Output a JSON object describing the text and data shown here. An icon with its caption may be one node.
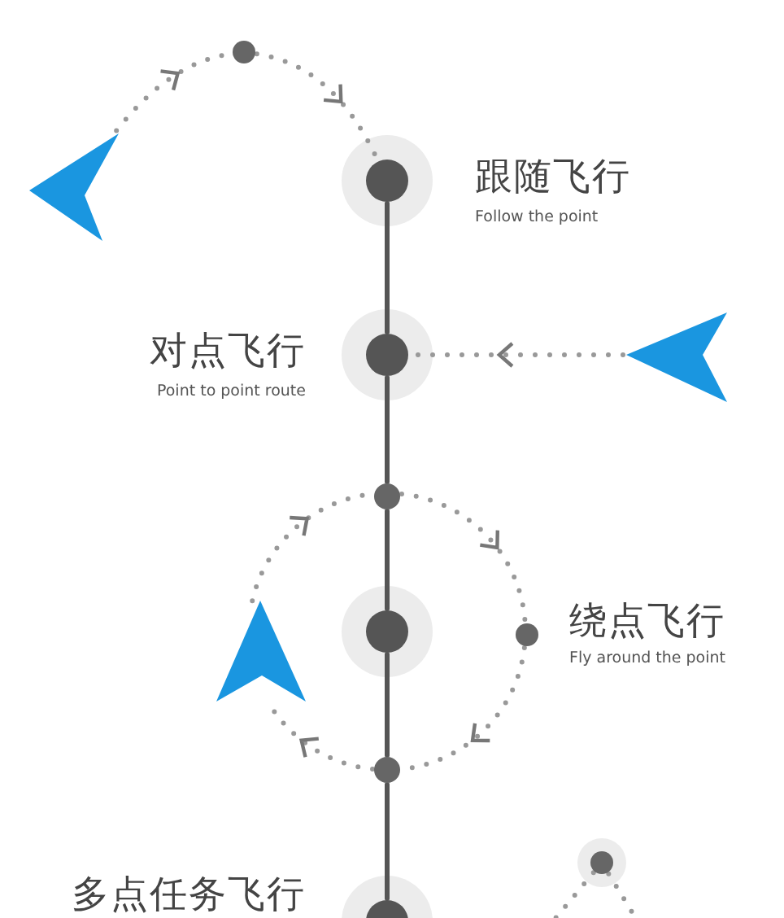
{
  "diagram": {
    "nodes": [
      {
        "text": [],
        "shape": "arrow"
      },
      {
        "text": [],
        "shape": "circle"
      },
      {
        "text": [],
        "shape": "circle",
        "beside": [
          "跟随飞行",
          "Follow the point"
        ]
      },
      {
        "text": [],
        "shape": "circle",
        "beside": [
          "对点飞行",
          "Point to point route"
        ]
      },
      {
        "text": [],
        "shape": "arrow"
      },
      {
        "text": [],
        "shape": "circle"
      },
      {
        "text": [],
        "shape": "circle",
        "beside": [
          "绕点飞行",
          "Fly around the point"
        ]
      },
      {
        "text": [],
        "shape": "circle"
      },
      {
        "text": [],
        "shape": "arrow"
      },
      {
        "text": [],
        "shape": "circle"
      },
      {
        "text": [],
        "shape": "circle",
        "beside": [
          "多点任务飞行"
        ]
      },
      {
        "text": [],
        "shape": "circle"
      }
    ],
    "edges": [
      {
        "from": 0,
        "to": 1,
        "arrow": "to",
        "style": "dashed"
      },
      {
        "from": 1,
        "to": 2,
        "arrow": "to",
        "style": "dashed"
      },
      {
        "from": 2,
        "to": 3,
        "arrow": "none"
      },
      {
        "from": 4,
        "to": 3,
        "arrow": "to",
        "style": "dashed"
      },
      {
        "from": 3,
        "to": 5,
        "arrow": "none"
      },
      {
        "from": 5,
        "to": 6,
        "arrow": "none"
      },
      {
        "from": 5,
        "to": 7,
        "arrow": "to",
        "style": "dashed"
      },
      {
        "from": 7,
        "to": 9,
        "arrow": "to",
        "style": "dashed"
      },
      {
        "from": 6,
        "to": 9,
        "arrow": "none"
      },
      {
        "from": 9,
        "to": 8,
        "arrow": "to",
        "style": "dashed"
      },
      {
        "from": 8,
        "to": 5,
        "arrow": "to",
        "style": "dashed"
      },
      {
        "from": 9,
        "to": 10,
        "arrow": "none"
      },
      {
        "from": 11,
        "to": null,
        "arrow": "none",
        "style": "dashed"
      },
      {
        "from": 11,
        "to": null,
        "arrow": "none",
        "style": "dashed"
      }
    ]
  }
}
